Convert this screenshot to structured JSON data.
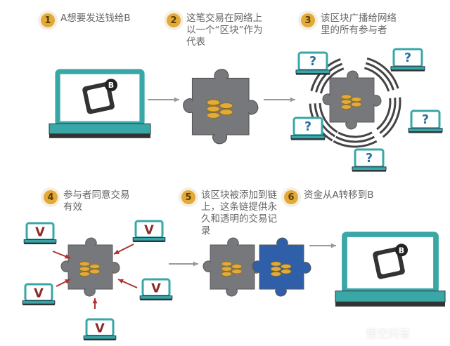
{
  "steps": [
    {
      "num": "1",
      "text": "A想要发送钱给B"
    },
    {
      "num": "2",
      "text": "这笔交易在网络上以一个“区块”作为代表"
    },
    {
      "num": "3",
      "text": "该区块广播给网络里的所有参与者"
    },
    {
      "num": "4",
      "text": "参与者同意交易有效"
    },
    {
      "num": "5",
      "text": "该区块被添加到链上，这条链提供永久和透明的交易记录"
    },
    {
      "num": "6",
      "text": "资金从A转移到B"
    }
  ],
  "symbols": {
    "question": "?",
    "check": "V",
    "bitcoin": "B"
  },
  "watermark": "悟空问答",
  "colors": {
    "teal": "#3aa7a7",
    "gold": "#e2a93b",
    "puzzle_gray": "#77787b",
    "puzzle_blue": "#2f5fa8",
    "check_red": "#8b2a2a",
    "arrow": "#999999"
  }
}
